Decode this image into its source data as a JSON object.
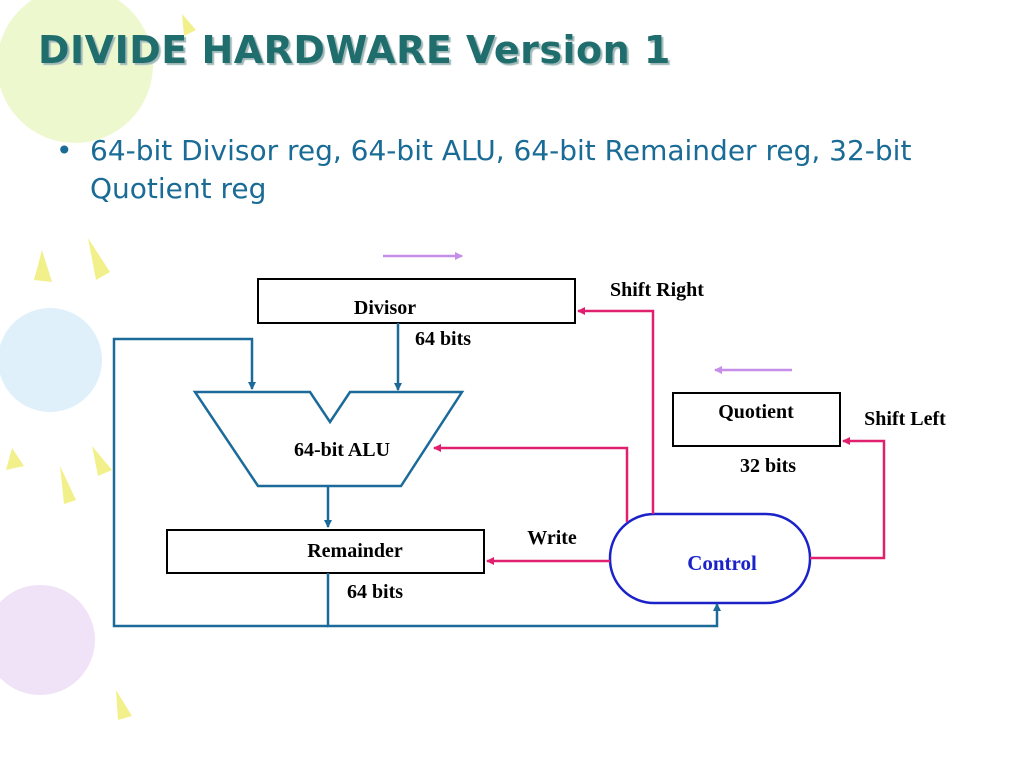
{
  "title": "DIVIDE HARDWARE Version 1",
  "bullets": [
    "64-bit Divisor reg, 64-bit ALU, 64-bit Remainder reg, 32-bit Quotient reg"
  ],
  "diagram": {
    "divisor": {
      "label": "Divisor",
      "width_label": "64 bits",
      "shift": "Shift Right"
    },
    "alu": {
      "label": "64-bit ALU"
    },
    "remainder": {
      "label": "Remainder",
      "width_label": "64 bits",
      "write": "Write"
    },
    "quotient": {
      "label": "Quotient",
      "width_label": "32 bits",
      "shift": "Shift Left"
    },
    "control": {
      "label": "Control"
    }
  },
  "colors": {
    "title": "#1f6d6d",
    "bullet_text": "#1a6c96",
    "datapath": "#1b6a9a",
    "control_lines": "#e0206e",
    "control_border": "#1a22c8",
    "shift_arrows": "#c58ee8"
  }
}
